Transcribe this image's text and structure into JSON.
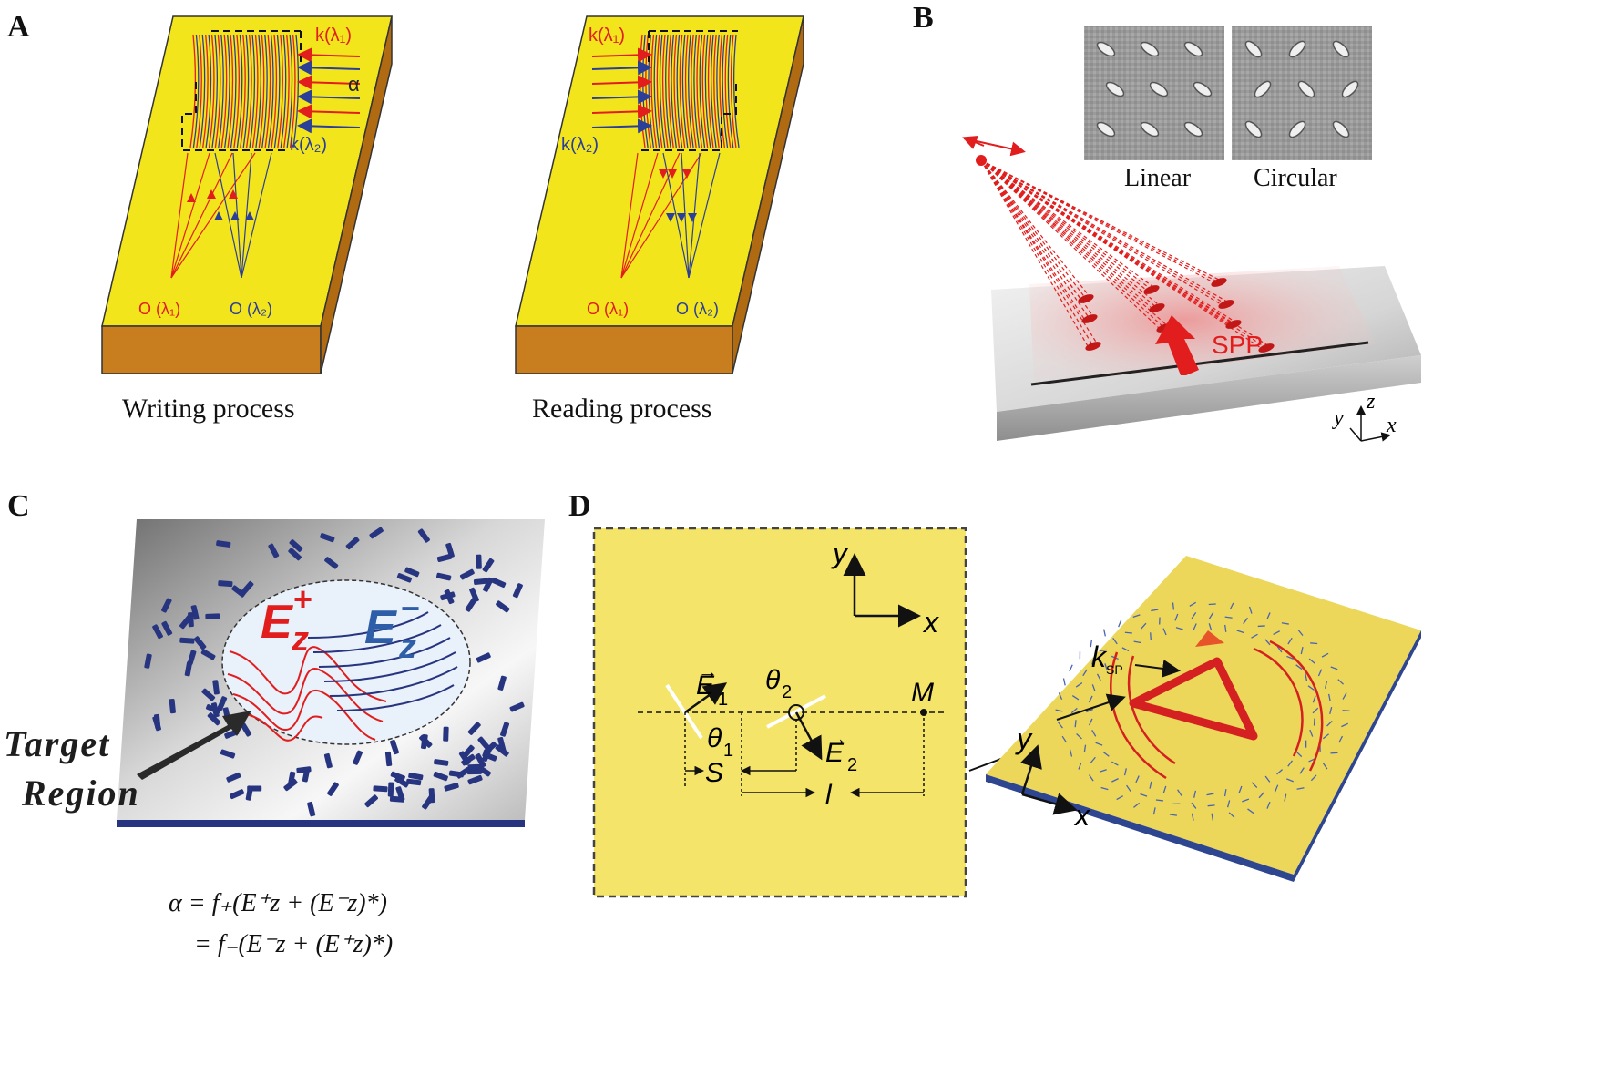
{
  "panels": {
    "a": {
      "label": "A",
      "writing": {
        "caption": "Writing process",
        "k1": "k(λ₁)",
        "k2": "k(λ₂)",
        "alpha": "α",
        "o1": "O (λ₁)",
        "o2": "O (λ₂)"
      },
      "reading": {
        "caption": "Reading process",
        "k1": "k(λ₁)",
        "k2": "k(λ₂)",
        "o1": "O (λ₁)",
        "o2": "O (λ₂)"
      }
    },
    "b": {
      "label": "B",
      "inset_linear": "Linear",
      "inset_circular": "Circular",
      "spp": "SPP",
      "axis_y": "y",
      "axis_z": "z",
      "axis_x": "x"
    },
    "c": {
      "label": "C",
      "ez_plus": "E",
      "ez_plus_sub": "z",
      "ez_plus_sup": "+",
      "ez_minus": "E",
      "ez_minus_sub": "z",
      "ez_minus_sup": "−",
      "target_line1": "Target",
      "target_line2": "Region",
      "eq_line1": "α = f₊(E⁺z + (E⁻z)*)",
      "eq_line2": "= f₋(E⁻z + (E⁺z)*)"
    },
    "d": {
      "label": "D",
      "axis_y": "y",
      "axis_x": "x",
      "e1": "E",
      "e1_sub": "1",
      "e2": "E",
      "e2_sub": "2",
      "theta1": "θ",
      "theta1_sub": "1",
      "theta2": "θ",
      "theta2_sub": "2",
      "point_m": "M",
      "s": "S",
      "l": "l",
      "k": "k",
      "k_sub": "SP",
      "right_axis_y": "y",
      "right_axis_x": "x"
    }
  },
  "colors": {
    "gold": "#f3e51c",
    "gold_dark": "#c87e1e",
    "panel_d_fill": "#f4e46a",
    "red": "#e11d1d",
    "blue": "#2b3f99",
    "navy": "#27347f"
  }
}
